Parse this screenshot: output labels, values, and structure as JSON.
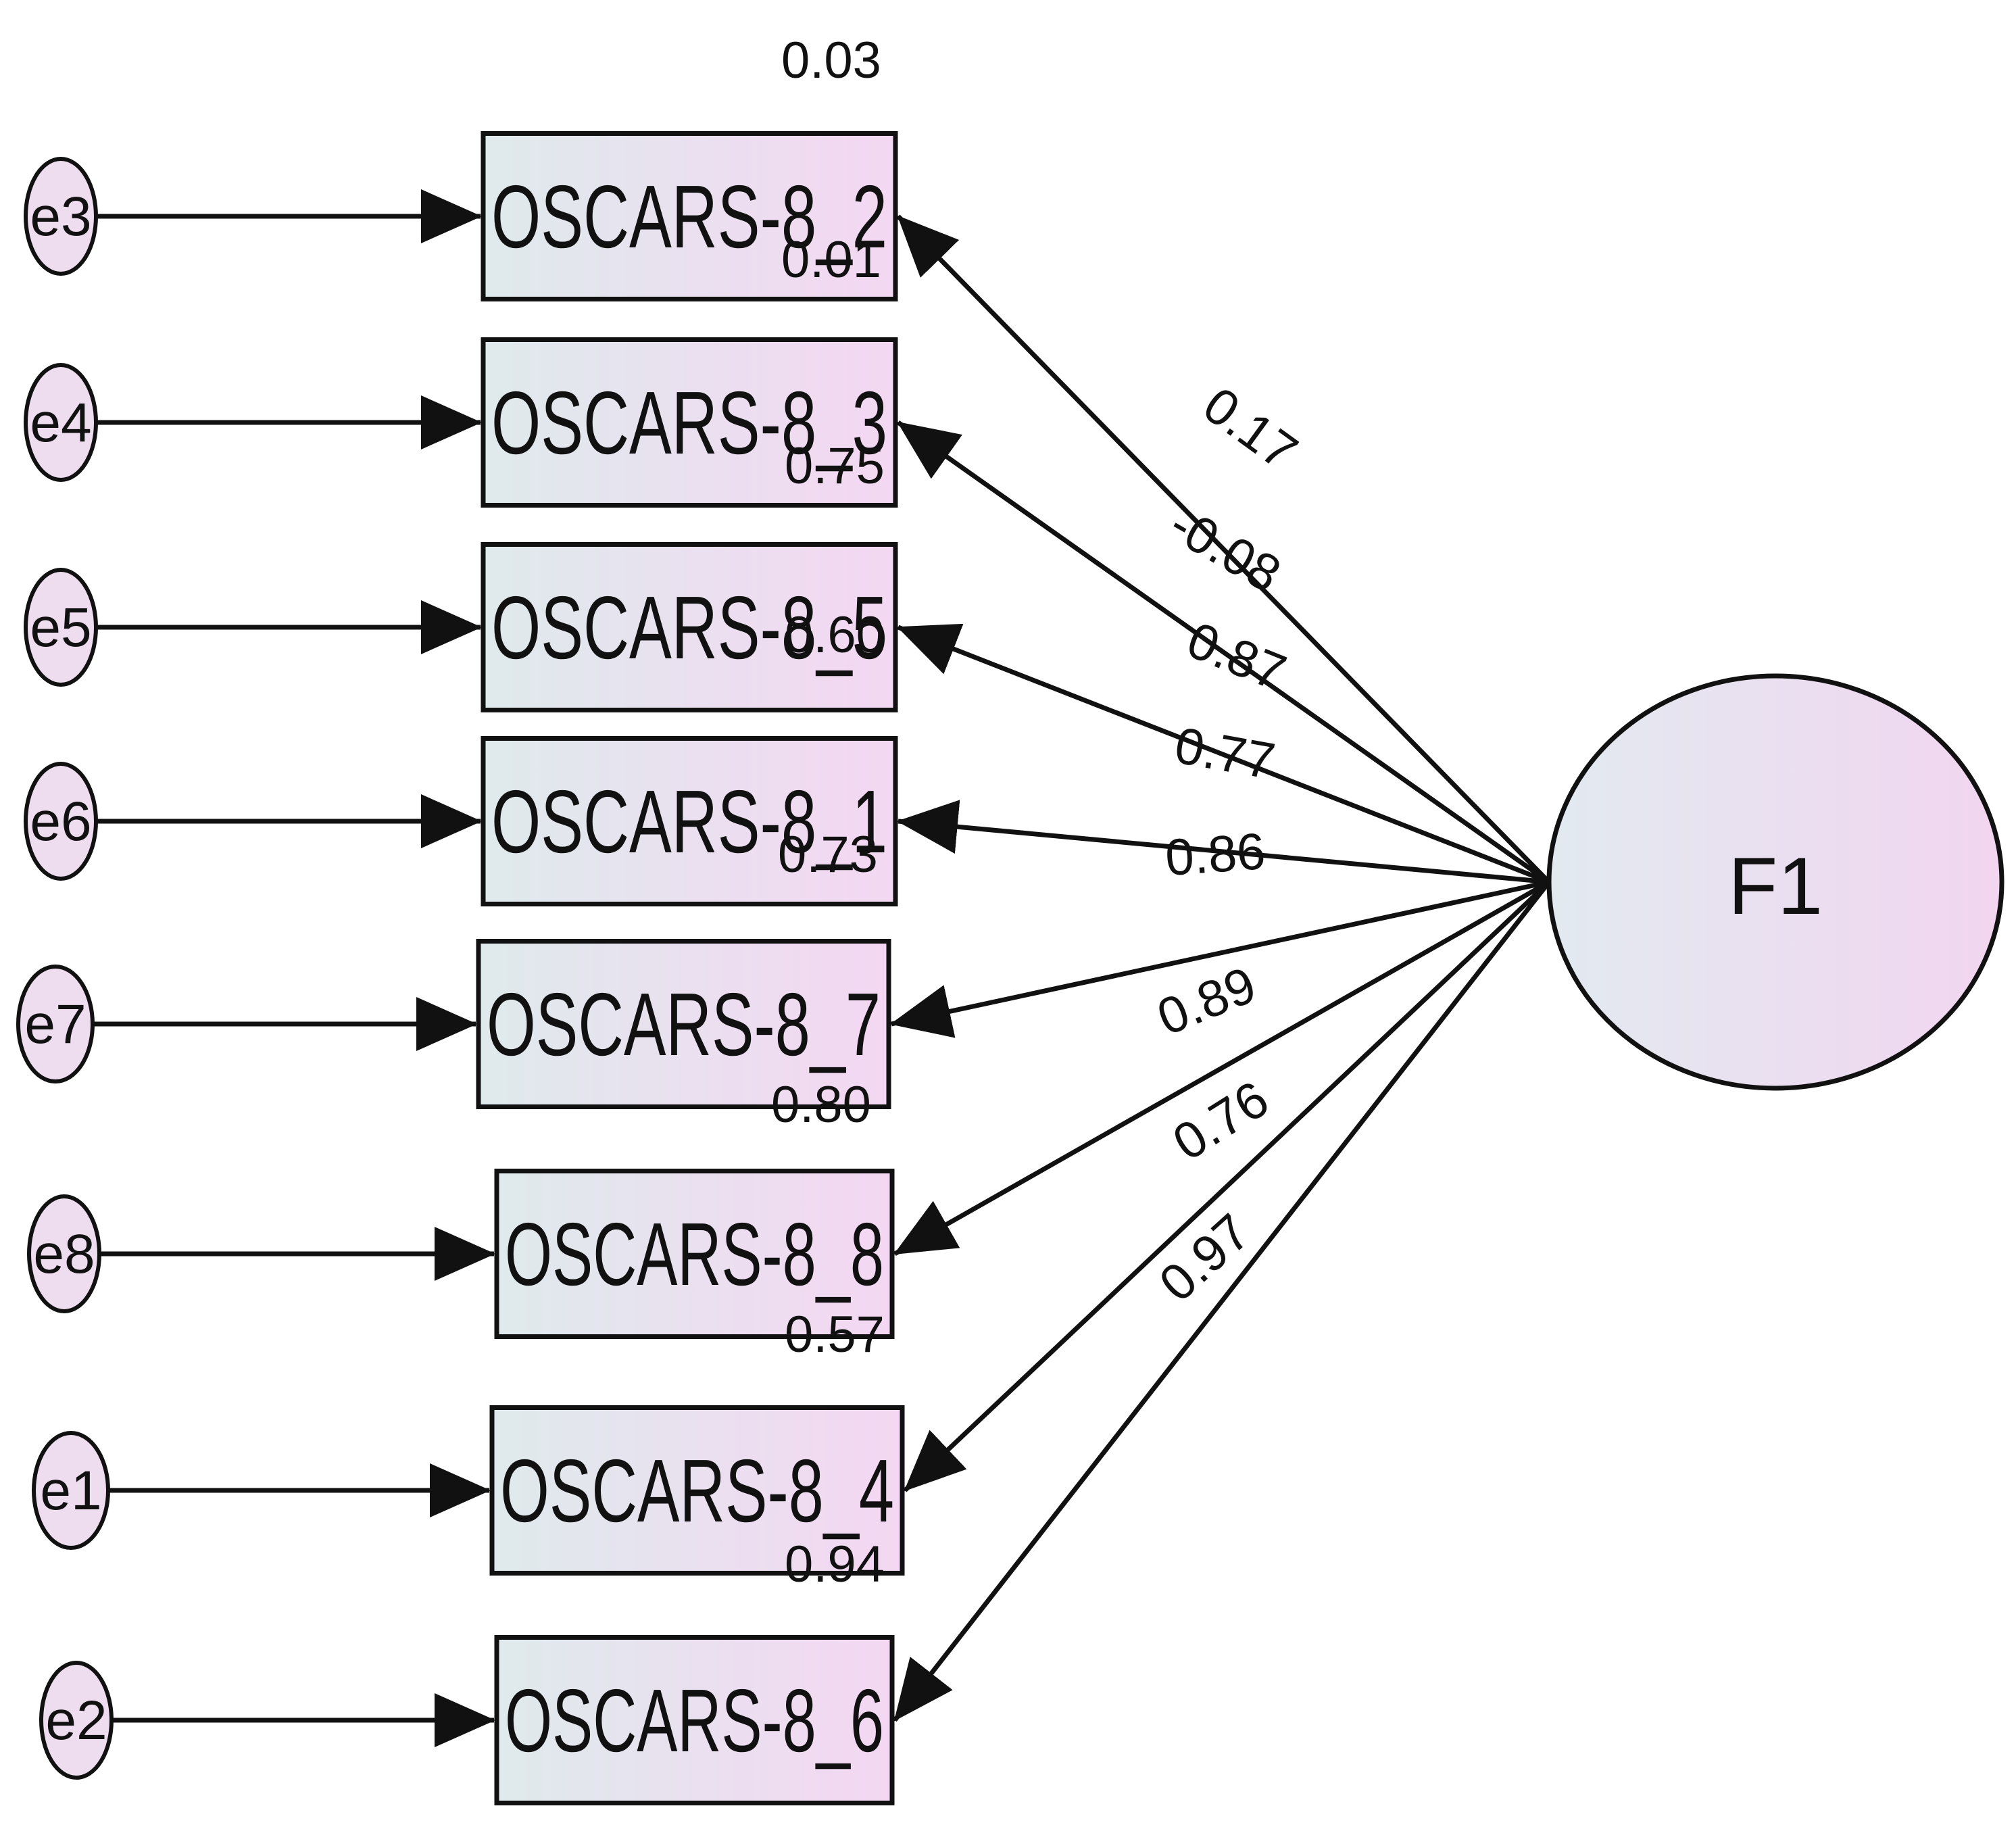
{
  "top_value": "0.03",
  "factor": {
    "label": "F1"
  },
  "indicators": [
    {
      "label": "OSCARS-8_2",
      "error": "e3",
      "loading": "0.17",
      "r2": "0.01"
    },
    {
      "label": "OSCARS-8_3",
      "error": "e4",
      "loading": "-0.08",
      "r2": "0.75"
    },
    {
      "label": "OSCARS-8_5",
      "error": "e5",
      "loading": "0.87",
      "r2": "0.60"
    },
    {
      "label": "OSCARS-8_1",
      "error": "e6",
      "loading": "0.77",
      "r2": "0.73"
    },
    {
      "label": "OSCARS-8_7",
      "error": "e7",
      "loading": "0.86",
      "r2": "0.80"
    },
    {
      "label": "OSCARS-8_8",
      "error": "e8",
      "loading": "0.89",
      "r2": "0.57"
    },
    {
      "label": "OSCARS-8_4",
      "error": "e1",
      "loading": "0.76",
      "r2": "0.94"
    },
    {
      "label": "OSCARS-8_6",
      "error": "e2",
      "loading": "0.97",
      "r2": ""
    }
  ],
  "colors": {
    "box_left": "#dfeaec",
    "box_right": "#f4d7f2",
    "stroke": "#111111"
  }
}
